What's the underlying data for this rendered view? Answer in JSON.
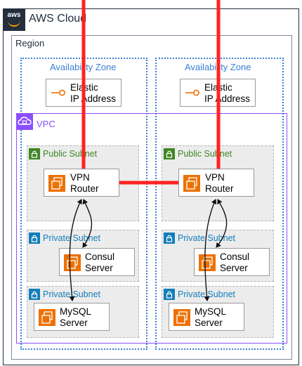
{
  "aws_cloud": {
    "title": "AWS Cloud",
    "logo_text": "aws"
  },
  "region": {
    "label": "Region"
  },
  "availability_zones": [
    {
      "label": "Availability Zone",
      "eip": {
        "line1": "Elastic",
        "line2": "IP Address"
      }
    },
    {
      "label": "Availability Zone",
      "eip": {
        "line1": "Elastic",
        "line2": "IP Address"
      }
    }
  ],
  "vpc": {
    "label": "VPC"
  },
  "columns": [
    {
      "public_subnet": {
        "label": "Public Subnet",
        "router": {
          "line1": "VPN",
          "line2": "Router"
        }
      },
      "private_subnet_1": {
        "label": "Private Subnet",
        "server": {
          "line1": "Consul",
          "line2": "Server"
        }
      },
      "private_subnet_2": {
        "label": "Private Subnet",
        "server": {
          "line1": "MySQL",
          "line2": "Server"
        }
      }
    },
    {
      "public_subnet": {
        "label": "Public Subnet",
        "router": {
          "line1": "VPN",
          "line2": "Router"
        }
      },
      "private_subnet_1": {
        "label": "Private Subnet",
        "server": {
          "line1": "Consul",
          "line2": "Server"
        }
      },
      "private_subnet_2": {
        "label": "Private Subnet",
        "server": {
          "line1": "MySQL",
          "line2": "Server"
        }
      }
    }
  ],
  "colors": {
    "cloud": "#232f3e",
    "region": "#7d8998",
    "az": "#3a7fd5",
    "vpc": "#8c4fff",
    "public": "#3f8624",
    "private": "#147eba",
    "ec2": "#ed7100",
    "link": "#ff2222"
  }
}
